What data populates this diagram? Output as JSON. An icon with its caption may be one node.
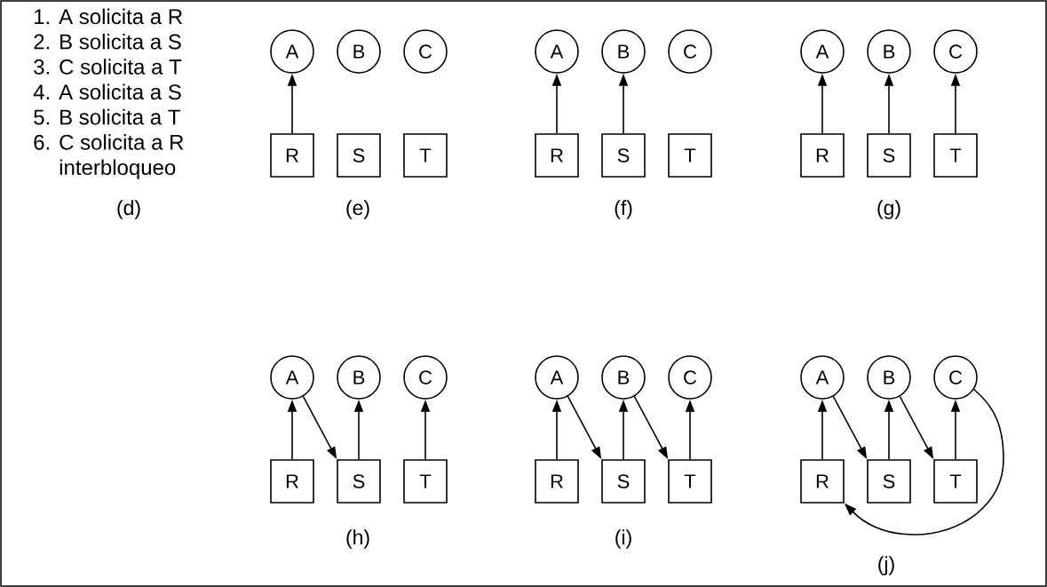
{
  "diagram": {
    "nodes": [
      {
        "text": [
          "A"
        ]
      },
      {
        "text": [
          "B"
        ]
      },
      {
        "text": [
          "C"
        ]
      },
      {
        "text": [
          "R"
        ]
      },
      {
        "text": [
          "S"
        ]
      },
      {
        "text": [
          "T"
        ]
      },
      {
        "text": [
          "A"
        ]
      },
      {
        "text": [
          "B"
        ]
      },
      {
        "text": [
          "C"
        ]
      },
      {
        "text": [
          "R"
        ]
      },
      {
        "text": [
          "S"
        ]
      },
      {
        "text": [
          "T"
        ]
      },
      {
        "text": [
          "A"
        ]
      },
      {
        "text": [
          "B"
        ]
      },
      {
        "text": [
          "C"
        ]
      },
      {
        "text": [
          "R"
        ]
      },
      {
        "text": [
          "S"
        ]
      },
      {
        "text": [
          "T"
        ]
      },
      {
        "text": [
          "A"
        ]
      },
      {
        "text": [
          "B"
        ]
      },
      {
        "text": [
          "C"
        ]
      },
      {
        "text": [
          "R"
        ]
      },
      {
        "text": [
          "S"
        ]
      },
      {
        "text": [
          "T"
        ]
      },
      {
        "text": [
          "A"
        ]
      },
      {
        "text": [
          "B"
        ]
      },
      {
        "text": [
          "C"
        ]
      },
      {
        "text": [
          "R"
        ]
      },
      {
        "text": [
          "S"
        ]
      },
      {
        "text": [
          "T"
        ]
      },
      {
        "text": [
          "A"
        ]
      },
      {
        "text": [
          "B"
        ]
      },
      {
        "text": [
          "C"
        ]
      },
      {
        "text": [
          "R"
        ]
      },
      {
        "text": [
          "S"
        ]
      },
      {
        "text": [
          "T"
        ]
      }
    ],
    "edges": [
      {
        "from": 3,
        "to": 0,
        "arrow": "to"
      },
      {
        "from": 9,
        "to": 6,
        "arrow": "to"
      },
      {
        "from": 10,
        "to": 7,
        "arrow": "to"
      },
      {
        "from": 15,
        "to": 12,
        "arrow": "to"
      },
      {
        "from": 16,
        "to": 13,
        "arrow": "to"
      },
      {
        "from": 17,
        "to": 14,
        "arrow": "to"
      },
      {
        "from": 21,
        "to": 18,
        "arrow": "to"
      },
      {
        "from": 18,
        "to": 22,
        "arrow": "to"
      },
      {
        "from": 22,
        "to": 19,
        "arrow": "to"
      },
      {
        "from": 23,
        "to": 20,
        "arrow": "to"
      },
      {
        "from": 27,
        "to": 24,
        "arrow": "to"
      },
      {
        "from": 24,
        "to": 28,
        "arrow": "to"
      },
      {
        "from": 28,
        "to": 25,
        "arrow": "to"
      },
      {
        "from": 25,
        "to": 29,
        "arrow": "to"
      },
      {
        "from": 29,
        "to": 26,
        "arrow": "to"
      },
      {
        "from": 33,
        "to": 30,
        "arrow": "to"
      },
      {
        "from": 30,
        "to": 34,
        "arrow": "to"
      },
      {
        "from": 34,
        "to": 31,
        "arrow": "to"
      },
      {
        "from": 31,
        "to": 35,
        "arrow": "to"
      },
      {
        "from": 35,
        "to": 32,
        "arrow": "to"
      },
      {
        "from": 32,
        "to": 33,
        "arrow": "to"
      }
    ],
    "labels": [
      "1. A solicita a R",
      "2. B solicita a S",
      "3. C solicita a T",
      "4. A solicita a S",
      "5. B solicita a T",
      "6. C solicita a R",
      "interbloqueo",
      "(d)",
      "(e)",
      "(f)",
      "(g)",
      "(h)",
      "(i)",
      "(j)"
    ]
  }
}
